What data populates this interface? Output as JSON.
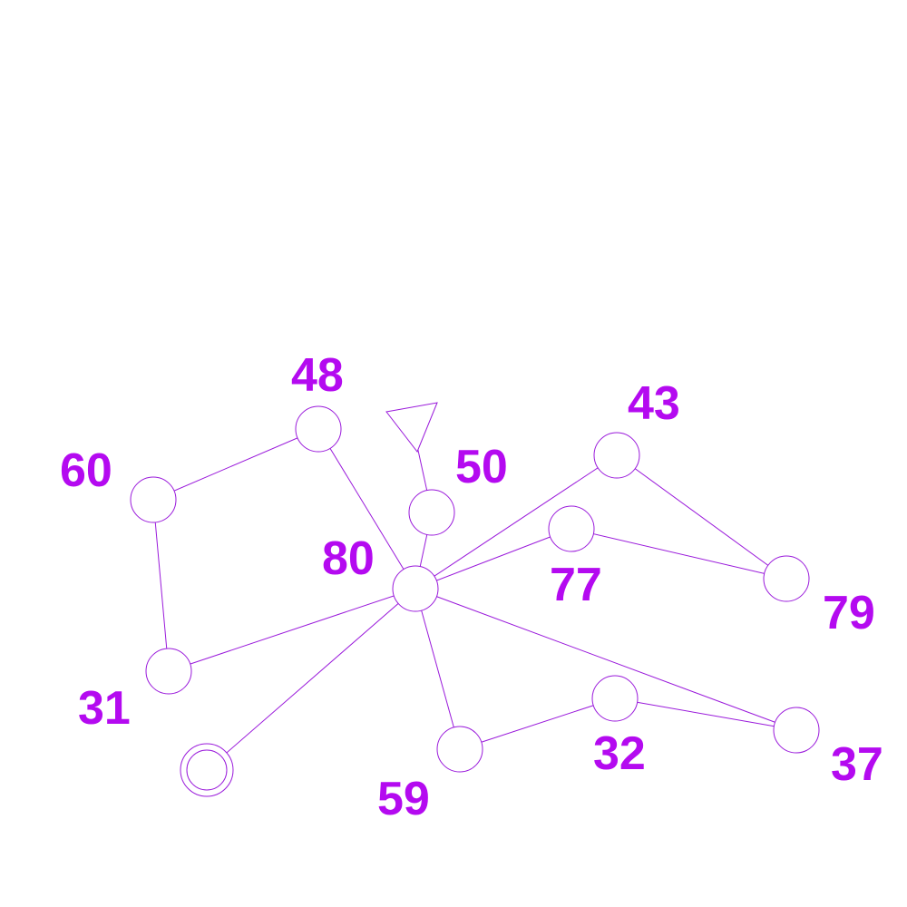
{
  "diagram": {
    "colors": {
      "stroke": "#9a1adb",
      "label": "#b40af0",
      "background": "#ffffff"
    },
    "nodes": [
      {
        "id": "n80",
        "label": "80",
        "shape": "circle"
      },
      {
        "id": "n48",
        "label": "48",
        "shape": "circle"
      },
      {
        "id": "n60",
        "label": "60",
        "shape": "circle"
      },
      {
        "id": "n31",
        "label": "31",
        "shape": "circle"
      },
      {
        "id": "n50",
        "label": "50",
        "shape": "circle"
      },
      {
        "id": "n43",
        "label": "43",
        "shape": "circle"
      },
      {
        "id": "n77",
        "label": "77",
        "shape": "circle"
      },
      {
        "id": "n79",
        "label": "79",
        "shape": "circle"
      },
      {
        "id": "n32",
        "label": "32",
        "shape": "circle"
      },
      {
        "id": "n37",
        "label": "37",
        "shape": "circle"
      },
      {
        "id": "n59",
        "label": "59",
        "shape": "circle"
      },
      {
        "id": "ndouble",
        "label": "",
        "shape": "double-circle"
      },
      {
        "id": "ntri",
        "label": "",
        "shape": "triangle"
      }
    ],
    "edges": [
      {
        "from": "n60",
        "to": "n48"
      },
      {
        "from": "n48",
        "to": "n80"
      },
      {
        "from": "n60",
        "to": "n31"
      },
      {
        "from": "n31",
        "to": "n80"
      },
      {
        "from": "n80",
        "to": "n50"
      },
      {
        "from": "n50",
        "to": "ntri"
      },
      {
        "from": "n80",
        "to": "n43"
      },
      {
        "from": "n80",
        "to": "n77"
      },
      {
        "from": "n43",
        "to": "n79"
      },
      {
        "from": "n77",
        "to": "n79"
      },
      {
        "from": "n80",
        "to": "n37"
      },
      {
        "from": "n80",
        "to": "n59"
      },
      {
        "from": "n80",
        "to": "ndouble"
      },
      {
        "from": "n59",
        "to": "n32"
      },
      {
        "from": "n32",
        "to": "n37"
      }
    ]
  }
}
